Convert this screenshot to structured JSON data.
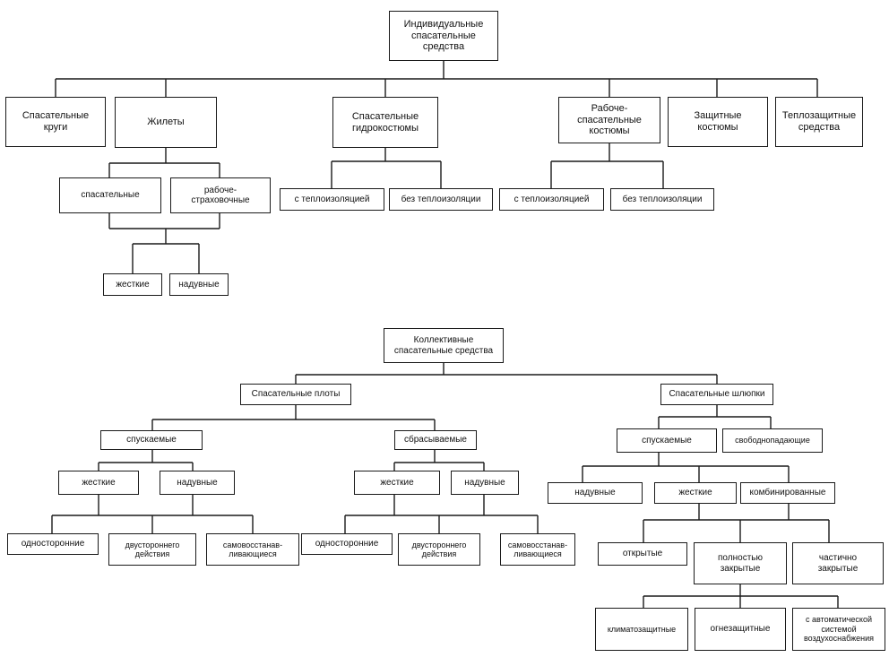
{
  "individual": {
    "root": "Индивидуальные\nспасательные\nсредства",
    "circles": "Спасательные\nкруги",
    "vests": "Жилеты",
    "hydro_suits": "Спасательные\nгидрокостюмы",
    "work_rescue_suits": "Рабоче-\nспасательные\nкостюмы",
    "protective_suits": "Защитные\nкостюмы",
    "thermal_means": "Теплозащитные\nсредства",
    "vests_rescue": "спасательные",
    "vests_work_safety": "рабоче-\nстраховочные",
    "rigid": "жесткие",
    "inflatable": "надувные",
    "hydro_insulated": "с теплоизоляцией",
    "hydro_uninsulated": "без теплоизоляции",
    "suits_insulated": "с теплоизоляцией",
    "suits_uninsulated": "без теплоизоляции"
  },
  "collective": {
    "root": "Коллективные\nспасательные средства",
    "rafts": "Спасательные плоты",
    "boats": "Спасательные шлюпки",
    "rafts_launched": "спускаемые",
    "rafts_thrown": "сбрасываемые",
    "launched_rigid": "жесткие",
    "launched_inflatable": "надувные",
    "thrown_rigid": "жесткие",
    "thrown_inflatable": "надувные",
    "l_one_sided": "односторонние",
    "l_double_sided": "двустороннего\nдействия",
    "l_self_righting": "самовосстанав-\nливающиеся",
    "t_one_sided": "односторонние",
    "t_double_sided": "двустороннего\nдействия",
    "t_self_righting": "самовосстанав-\nливающиеся",
    "boats_launched": "спускаемые",
    "boats_freefall": "свободнопадающие",
    "boats_inflatable": "надувные",
    "boats_rigid": "жесткие",
    "boats_combined": "комбинированные",
    "open": "открытые",
    "fully_enclosed": "полностью\nзакрытые",
    "partially_enclosed": "частично\nзакрытые",
    "climate_protected": "климатозащитные",
    "fire_protected": "огнезащитные",
    "auto_air_supply": "с автоматической\nсистемой\nвоздухоснабжения"
  }
}
